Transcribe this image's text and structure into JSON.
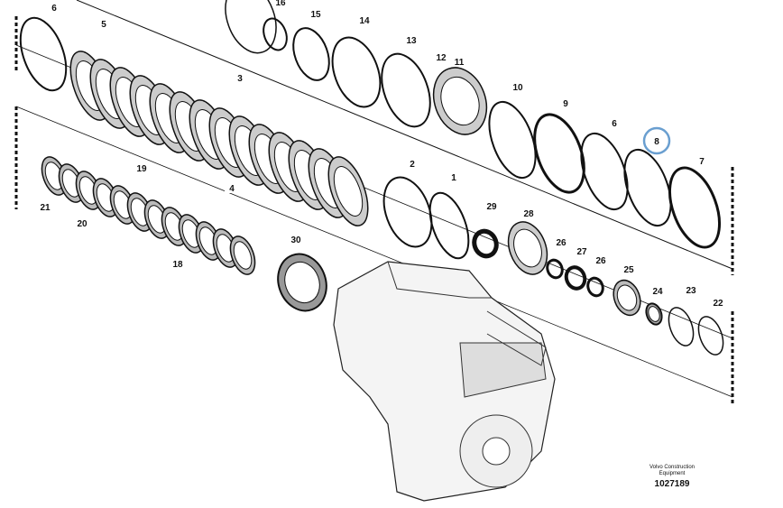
{
  "diagram": {
    "callouts": [
      "6",
      "16",
      "15",
      "14",
      "13",
      "12",
      "11",
      "10",
      "9",
      "6",
      "8",
      "7",
      "5",
      "3",
      "4",
      "2",
      "1",
      "19",
      "21",
      "20",
      "18",
      "30",
      "29",
      "28",
      "26",
      "27",
      "26",
      "25",
      "24",
      "23",
      "22"
    ],
    "highlighted_callout": "8",
    "highlight_color": "#6a9fd0"
  },
  "credit": {
    "company": "Volvo Construction",
    "division": "Equipment",
    "figure_number": "1027189"
  }
}
